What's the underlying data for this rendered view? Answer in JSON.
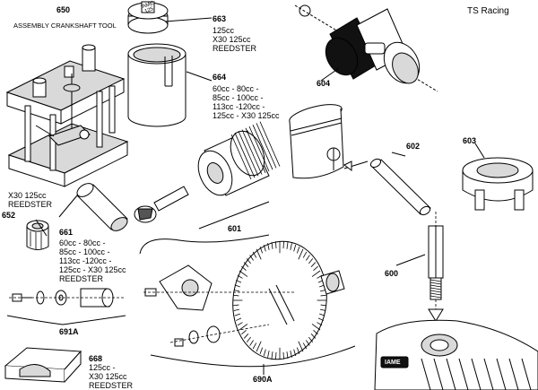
{
  "brand": "TS Racing",
  "parts": {
    "p650": {
      "number": "650",
      "title": "ASSEMBLY CRANKSHAFT TOOL"
    },
    "p652": {
      "number": "652",
      "desc": [
        "X30 125cc",
        "REEDSTER"
      ]
    },
    "p661": {
      "number": "661",
      "desc": [
        "60cc - 80cc -",
        "85cc - 100cc -",
        "113cc -120cc -",
        "125cc - X30 125cc",
        "REEDSTER"
      ]
    },
    "p663": {
      "number": "663",
      "desc": [
        "125cc",
        "X30 125cc",
        "REEDSTER"
      ],
      "stamp": [
        "IAME",
        "125"
      ]
    },
    "p664": {
      "number": "664",
      "desc": [
        "60cc - 80cc -",
        "85cc - 100cc -",
        "113cc -120cc -",
        "125cc - X30 125cc"
      ]
    },
    "p604": {
      "number": "604"
    },
    "p601": {
      "number": "601"
    },
    "p602": {
      "number": "602"
    },
    "p603": {
      "number": "603"
    },
    "p600": {
      "number": "600"
    },
    "p691A": {
      "number": "691A"
    },
    "p690A": {
      "number": "690A"
    },
    "p668": {
      "number": "668",
      "desc": [
        "125cc -",
        "X30 125cc",
        "REEDSTER"
      ]
    },
    "engine": {
      "logo": "IAME"
    }
  }
}
